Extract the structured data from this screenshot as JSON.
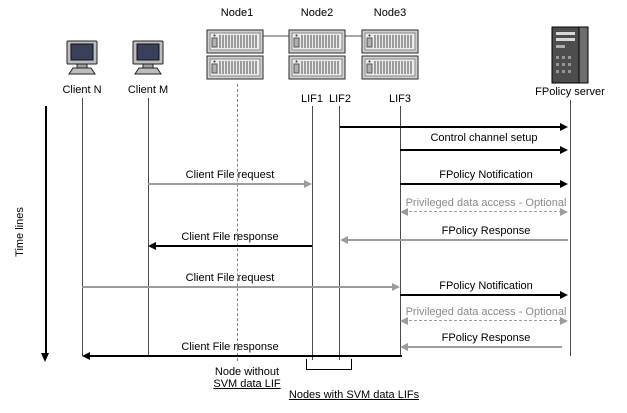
{
  "nodes": {
    "node1": "Node1",
    "node2": "Node2",
    "node3": "Node3"
  },
  "clients": {
    "client_n": "Client N",
    "client_m": "Client M"
  },
  "lifs": {
    "lif1": "LIF1",
    "lif2": "LIF2",
    "lif3": "LIF3"
  },
  "server": {
    "label": "FPolicy server"
  },
  "time_axis": {
    "label": "Time lines"
  },
  "messages": [
    {
      "label": "Control channel setup",
      "from": "LIF2/LIF3",
      "to": "FPolicy server",
      "style": "black-solid"
    },
    {
      "label": "Client File request",
      "from": "Client M",
      "to": "LIF1",
      "style": "gray-solid"
    },
    {
      "label": "FPolicy Notification",
      "from": "LIF3",
      "to": "FPolicy server",
      "style": "black-solid"
    },
    {
      "label": "Privileged data access - Optional",
      "from": "FPolicy server",
      "to": "LIF3",
      "style": "gray-dashed"
    },
    {
      "label": "FPolicy Response",
      "from": "FPolicy server",
      "to": "LIF2",
      "style": "gray-solid"
    },
    {
      "label": "Client File response",
      "from": "LIF1",
      "to": "Client M",
      "style": "black-solid"
    },
    {
      "label": "Client File request",
      "from": "Client N",
      "to": "LIF3",
      "style": "gray-solid"
    },
    {
      "label": "FPolicy Notification",
      "from": "LIF3",
      "to": "FPolicy server",
      "style": "black-solid"
    },
    {
      "label": "Privileged data access - Optional",
      "from": "FPolicy server",
      "to": "LIF3",
      "style": "gray-dashed"
    },
    {
      "label": "FPolicy Response",
      "from": "FPolicy server",
      "to": "LIF3",
      "style": "gray-solid"
    },
    {
      "label": "Client File response",
      "from": "LIF3",
      "to": "Client N",
      "style": "black-solid"
    }
  ],
  "annotations": {
    "node_without_line1": "Node without",
    "node_without_line2": "SVM data LIF",
    "nodes_with_svm": "Nodes with SVM data LIFs"
  },
  "icons": {
    "client": "crt-monitor-icon",
    "node": "disk-shelf-stack-icon",
    "server": "tower-server-icon"
  },
  "colors": {
    "fpolicy_arrow": "#000000",
    "client_flow_arrow": "#9c9c9c",
    "optional_arrow_dashed": "#9c9c9c",
    "lifeline": "#4a4a4a"
  }
}
